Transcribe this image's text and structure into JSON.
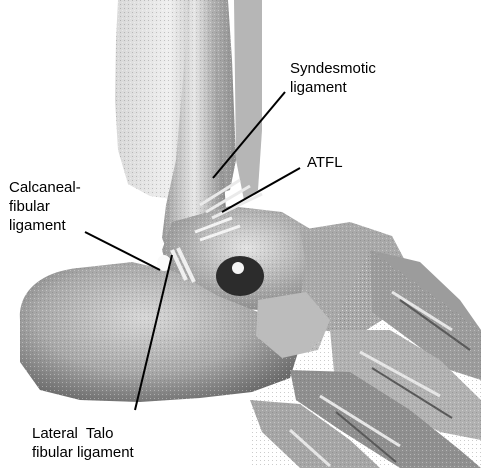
{
  "labels": {
    "syndesmotic": {
      "line1": "Syndesmotic",
      "line2": "ligament"
    },
    "atfl": {
      "line1": "ATFL"
    },
    "calcaneal": {
      "line1": "Calcaneal-",
      "line2": "fibular",
      "line3": "ligament"
    },
    "lateral_talo": {
      "line1": "Lateral  Talo",
      "line2": "fibular ligament"
    }
  }
}
